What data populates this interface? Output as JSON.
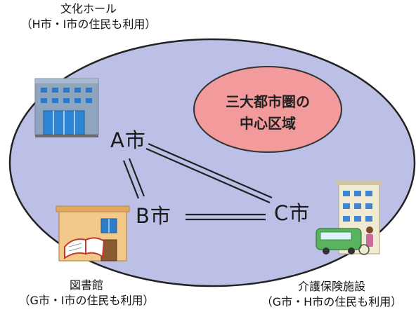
{
  "diagram": {
    "core_area": {
      "line1": "三大都市圏の",
      "line2": "中心区域"
    },
    "cities": {
      "a": "A市",
      "b": "B市",
      "c": "C市"
    },
    "facilities": {
      "culture_hall": {
        "name": "文化ホール",
        "note": "（H市・I市の住民も利用）"
      },
      "library": {
        "name": "図書館",
        "note": "（G市・I市の住民も利用）"
      },
      "care_facility": {
        "name": "介護保険施設",
        "note": "（G市・H市の住民も利用）"
      }
    },
    "colors": {
      "region_fill": "#bcc0e6",
      "region_stroke": "#222222",
      "core_fill": "#f29a9c",
      "road": "#222222"
    }
  }
}
